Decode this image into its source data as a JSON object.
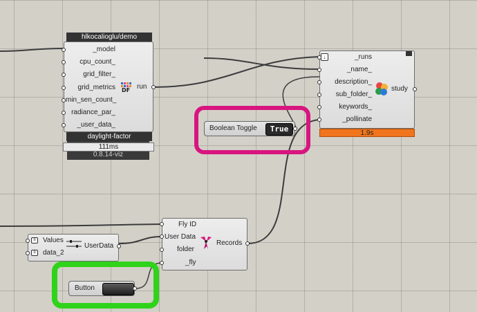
{
  "daylight_factor": {
    "header": "hlkocalioglu/demo",
    "inputs": [
      "_model",
      "cpu_count_",
      "grid_filter_",
      "grid_metrics",
      "min_sen_count_",
      "radiance_par_",
      "_user_data_"
    ],
    "output": "run",
    "icon_text": "DF",
    "name": "daylight-factor",
    "time": "111ms",
    "version": "0.8.14-viz"
  },
  "study": {
    "inputs": [
      "_runs",
      "_name_",
      "description_",
      "sub_folder_",
      "keywords_",
      "_pollinate"
    ],
    "output": "study",
    "time": "1.9s"
  },
  "boolean_toggle": {
    "label": "Boolean Toggle",
    "value": "True"
  },
  "fly": {
    "inputs": [
      "Fly ID",
      "User Data",
      "folder",
      "_fly"
    ],
    "output": "Records"
  },
  "userdata": {
    "inputs": [
      "Values",
      "data_2"
    ],
    "output": "UserData"
  },
  "button": {
    "label": "Button"
  },
  "colors": {
    "canvas": "#d3d0c8",
    "pink_highlight": "#d8157f",
    "green_highlight": "#2fd31a",
    "time_orange": "#f0751c",
    "wire": "#3c3c3c"
  }
}
